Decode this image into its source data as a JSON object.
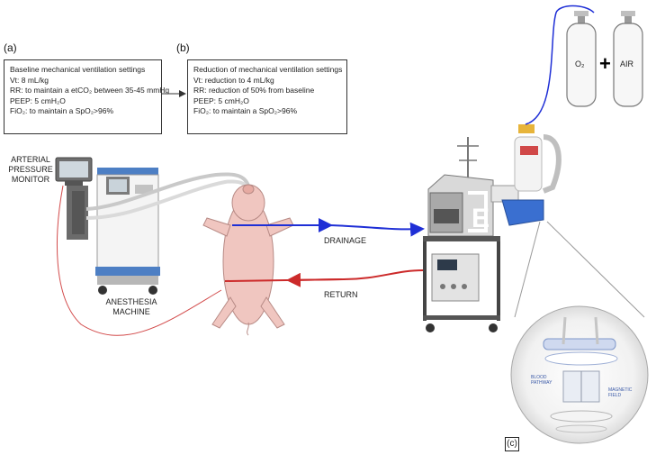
{
  "panel_a": {
    "letter": "(a)",
    "title": "Baseline mechanical ventilation settings",
    "lines": [
      "Vt: 8 mL/kg",
      "RR: to maintain a etCO₂ between 35-45 mmHg",
      "PEEP: 5 cmH₂O",
      "FiO₂: to maintain a SpO₂>96%"
    ]
  },
  "panel_b": {
    "letter": "(b)",
    "title": "Reduction of mechanical ventilation settings",
    "lines": [
      "Vt: reduction to 4 mL/kg",
      "RR: reduction of 50% from baseline",
      "PEEP: 5 cmH₂O",
      "FiO₂: to maintain a SpO₂>96%"
    ]
  },
  "panel_c": {
    "letter": "(c)"
  },
  "labels": {
    "arterial_monitor": [
      "ARTERIAL",
      "PRESSURE",
      "MONITOR"
    ],
    "anesthesia_machine": [
      "ANESTHESIA",
      "MACHINE"
    ],
    "drainage": "DRAINAGE",
    "return": "RETURN",
    "o2": "O₂",
    "plus": "+",
    "air": "AIR",
    "blood_pathway": [
      "BLOOD",
      "PATHWAY"
    ],
    "magnetic_field": [
      "MAGNETIC",
      "FIELD"
    ]
  },
  "colors": {
    "drainage_line": "#1f2fd6",
    "return_line": "#cc2a2a",
    "pig": "#f0c6c0",
    "device_gray": "#8e8e8e",
    "reservoir_blue": "#3a6fd0"
  }
}
